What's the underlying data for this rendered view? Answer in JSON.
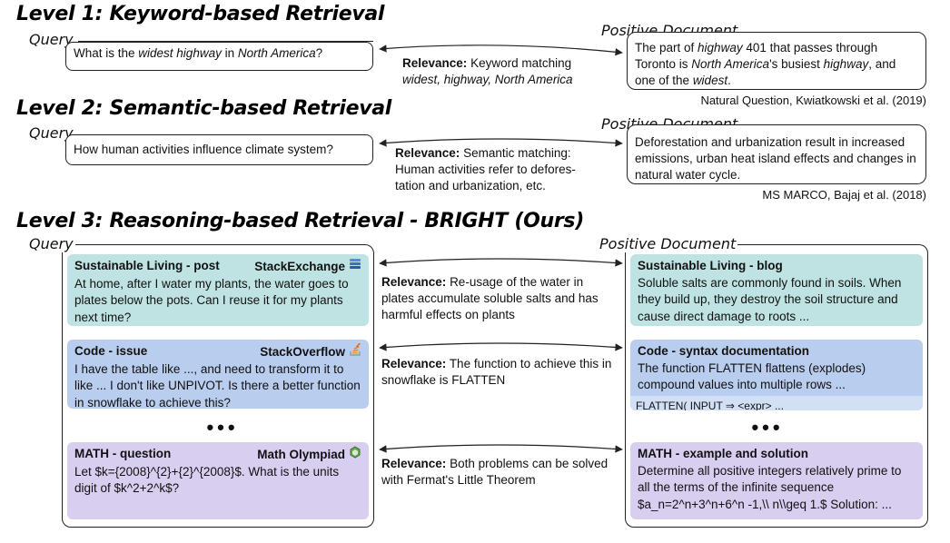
{
  "level1": {
    "title": "Level 1: Keyword-based Retrieval",
    "query_label": "Query",
    "query_text": "What is the <i>widest highway</i> in <i>North America</i>?",
    "relevance_label": "Relevance:",
    "relevance_text": "Keyword matching<br><i>widest, highway, North America</i>",
    "doc_label": "Positive Document",
    "doc_text": "The part of <i>highway</i> 401 that passes through Toronto is <i>North America</i>'s busiest <i>highway</i>, and one of the <i>widest</i>.",
    "citation": "Natural Question, Kwiatkowski et al. (2019)"
  },
  "level2": {
    "title": "Level 2: Semantic-based Retrieval",
    "query_label": "Query",
    "query_text": "How human activities influence climate system?",
    "relevance_label": "Relevance:",
    "relevance_text": "Semantic matching:<br>Human activities refer to defores-<br>tation and urbanization, etc.",
    "doc_label": "Positive Document",
    "doc_text": "Deforestation and urbanization result in increased emissions, urban heat island effects and changes in natural water cycle.",
    "citation": "MS MARCO, Bajaj et al. (2018)"
  },
  "level3": {
    "title": "Level 3: Reasoning-based Retrieval - BRIGHT (Ours)",
    "query_label": "Query",
    "doc_label": "Positive Document",
    "dots": "•••",
    "rows": [
      {
        "q_title": "Sustainable Living - post",
        "q_source": "StackExchange",
        "q_text": "At home, after I water my plants, the water goes to plates below the pots. Can I reuse it for my plants next time?",
        "relevance_label": "Relevance:",
        "relevance_text": "Re-usage of the water in plates accumulate soluble salts and has harmful effects on plants",
        "d_title": "Sustainable Living - blog",
        "d_text": "Soluble salts are commonly found in soils. When they build up, they destroy the soil structure and cause direct damage to roots ..."
      },
      {
        "q_title": "Code - issue",
        "q_source": "StackOverflow",
        "q_text": "I have the table like ..., and need to transform it to like ... I don't like UNPIVOT. Is there a better function in snowflake to achieve this?",
        "relevance_label": "Relevance:",
        "relevance_text": "The function to achieve this in snowflake is FLATTEN",
        "d_title": "Code - syntax documentation",
        "d_text": "The function FLATTEN flattens (explodes) compound values into multiple rows ...",
        "d_code": "FLATTEN( INPUT ⇒ <expr> ..."
      },
      {
        "q_title": "MATH - question",
        "q_source": "Math Olympiad",
        "q_text": "Let $k={2008}^{2}+{2}^{2008}$. What is the units digit of $k^2+2^k$?",
        "relevance_label": "Relevance:",
        "relevance_text": "Both problems can be solved with Fermat's Little Theorem",
        "d_title": "MATH - example and solution",
        "d_text": "Determine all positive integers relatively prime to all the terms of the infinite sequence $a_n=2^n+3^n+6^n -1,\\\\ n\\\\geq 1.$ Solution: ..."
      }
    ]
  },
  "icons": {
    "stackexchange": "stackexchange-icon",
    "stackoverflow": "stackoverflow-icon",
    "math": "math-olympiad-icon"
  },
  "colors": {
    "teal": "#bfe3e3",
    "blue": "#b9cdee",
    "purple": "#d8cef0"
  }
}
